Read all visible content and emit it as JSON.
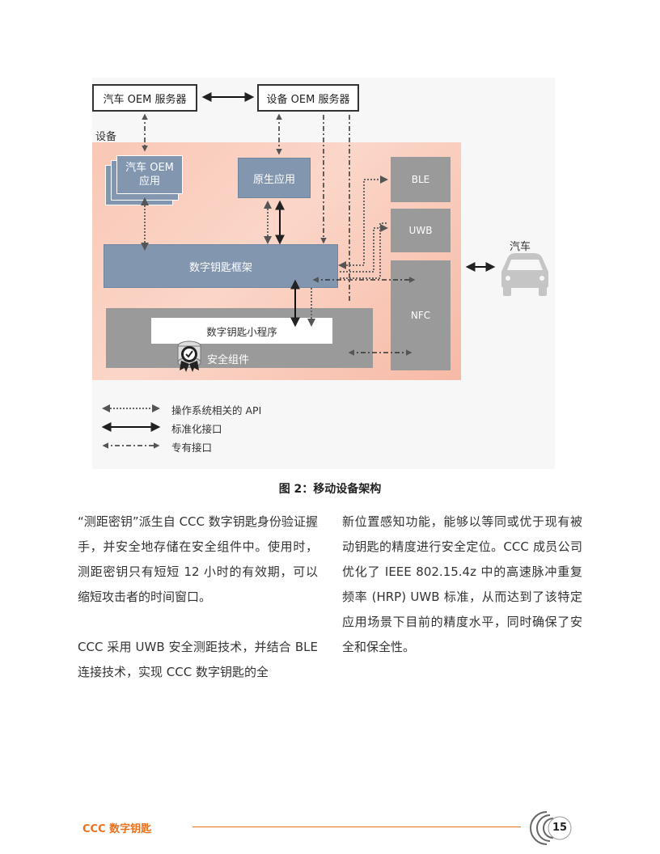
{
  "diagram": {
    "car_oem_server": "汽车 OEM 服务器",
    "device_oem_server": "设备 OEM 服务器",
    "device_label": "设备",
    "car_oem_app": [
      "汽车 OEM",
      "应用"
    ],
    "native_app": "原生应用",
    "framework": "数字钥匙框架",
    "applet": "数字钥匙小程序",
    "secure_element": "安全组件",
    "ble": "BLE",
    "uwb": "UWB",
    "nfc": "NFC",
    "car_label": "汽车"
  },
  "legend": {
    "os_api": "操作系统相关的 API",
    "standard": "标准化接口",
    "proprietary": "专有接口"
  },
  "caption": "图 2：移动设备架构",
  "left_column": [
    "“测距密钥”派生自 CCC 数字钥匙身份验证握手，并安全地存储在安全组件中。使用时，测距密钥只有短短 12 小时的有效期，可以缩短攻击者的时间窗口。",
    "CCC 采用 UWB 安全测距技术，并结合 BLE 连接技术，实现 CCC 数字钥匙的全"
  ],
  "right_column": [
    "新位置感知功能，能够以等同或优于现有被动钥匙的精度进行安全定位。CCC 成员公司优化了 IEEE 802.15.4z 中的高速脉冲重复频率 (HRP) UWB 标准，从而达到了该特定应用场景下目前的精度水平，同时确保了安全和保全性。"
  ],
  "footer": {
    "title": "CCC 数字钥匙",
    "page_number": "15"
  },
  "colors": {
    "accent": "#e8711d",
    "device_bg": "#f9c7b6",
    "blue_box": "#8296b0",
    "gray_box": "#9a9a9a"
  }
}
